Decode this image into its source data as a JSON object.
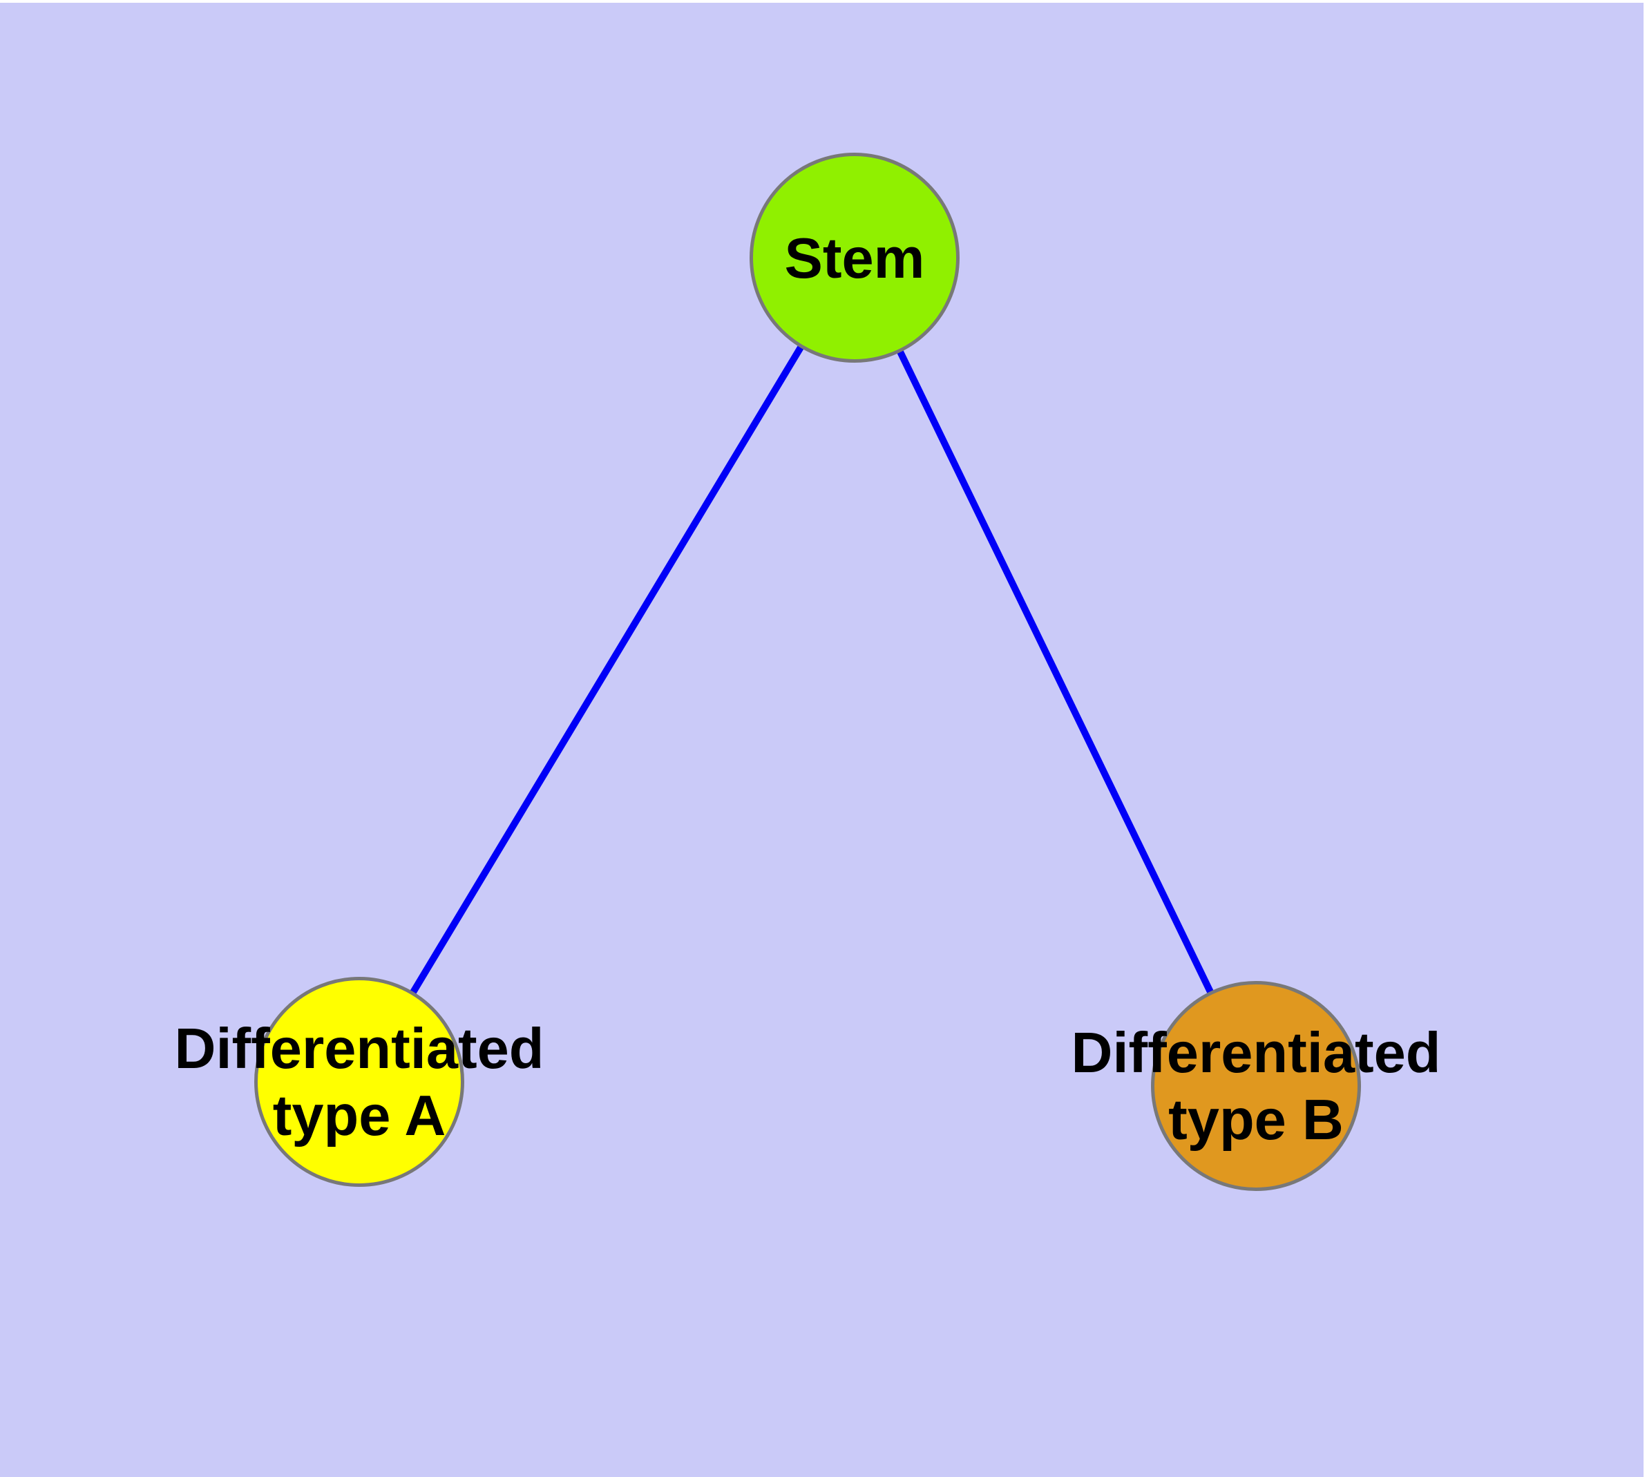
{
  "colors": {
    "background": "#CACAF8",
    "edge": "#0000F7",
    "node_border": "#787878",
    "label_text": "#000000"
  },
  "nodes": {
    "stem": {
      "label": "Stem",
      "fill": "#90F000"
    },
    "type_a": {
      "lines": [
        "Differentiated",
        "type A"
      ],
      "fill": "#FFFF00"
    },
    "type_b": {
      "lines": [
        "Differentiated",
        "type B"
      ],
      "fill": "#E0981F"
    }
  },
  "edges": [
    {
      "from": "Stem",
      "to": "Differentiated type A"
    },
    {
      "from": "Stem",
      "to": "Differentiated type B"
    }
  ]
}
